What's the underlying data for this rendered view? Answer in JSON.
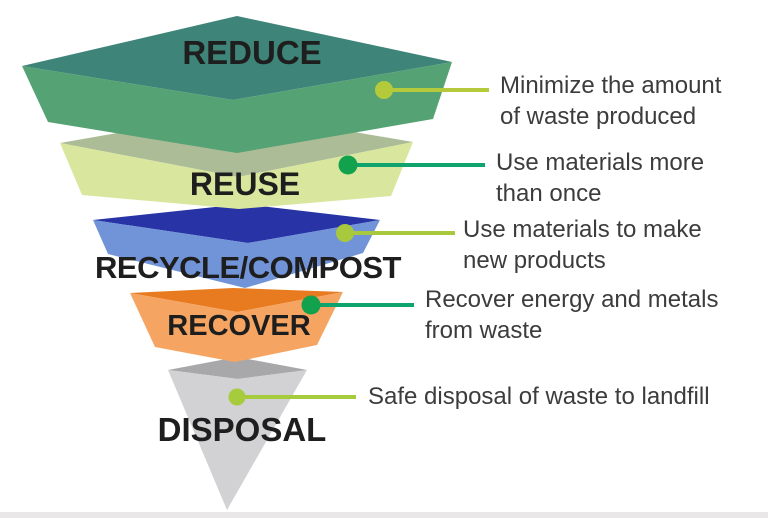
{
  "layers": [
    {
      "label": "REDUCE",
      "desc_lines": [
        "Minimize the amount",
        "of waste produced"
      ],
      "top_color": "#3e8478",
      "front_color": "#55a274",
      "dot_color": "#b5ca3b",
      "line_color": "#b5ca3b"
    },
    {
      "label": "REUSE",
      "desc_lines": [
        "Use materials more",
        "than once"
      ],
      "top_color": "#abbc97",
      "front_color": "#d9e69d",
      "dot_color": "#12a14c",
      "line_color": "#0fa36e"
    },
    {
      "label": "RECYCLE/COMPOST",
      "desc_lines": [
        "Use materials to make",
        "new products"
      ],
      "top_color": "#2834a6",
      "front_color": "#7193d8",
      "dot_color": "#a8c93e",
      "line_color": "#a8c93e"
    },
    {
      "label": "RECOVER",
      "desc_lines": [
        "Recover energy and metals",
        "from waste"
      ],
      "top_color": "#e87a20",
      "front_color": "#f5a561",
      "dot_color": "#12a14c",
      "line_color": "#0fa36e"
    },
    {
      "label": "DISPOSAL",
      "desc_lines": [
        "Safe disposal of waste to landfill"
      ],
      "top_color": "#a8a8aa",
      "front_color": "#d2d2d4",
      "dot_color": "#a6cb3c",
      "line_color": "#a6cb3c"
    }
  ]
}
